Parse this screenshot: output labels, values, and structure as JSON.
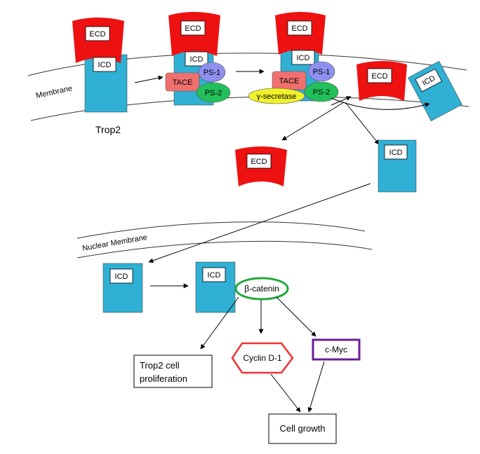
{
  "labels": {
    "membrane": "Membrane",
    "nuclear_membrane": "Nuclear Membrane",
    "trop2": "Trop2",
    "ecd": "ECD",
    "icd": "ICD",
    "tace": "TACE",
    "ps1": "PS-1",
    "ps2": "PS-2",
    "gamma_secretase": "γ-secretase",
    "beta_catenin": "β-catenin",
    "cyclin_d1": "Cyclin D-1",
    "c_myc": "c-Myc",
    "proliferation_line1": "Trop2 cell",
    "proliferation_line2": "proliferation",
    "cell_growth": "Cell growth"
  },
  "colors": {
    "ecd": "#ee1111",
    "icd": "#2fb0d4",
    "tace": "#f07070",
    "ps1": "#8f8ff0",
    "ps2": "#22c05a",
    "gamma_secretase": "#f2f22a",
    "beta_catenin_border": "#22a83a",
    "cyclin_border": "#ee3333",
    "c_myc_border": "#6a1d9a"
  }
}
